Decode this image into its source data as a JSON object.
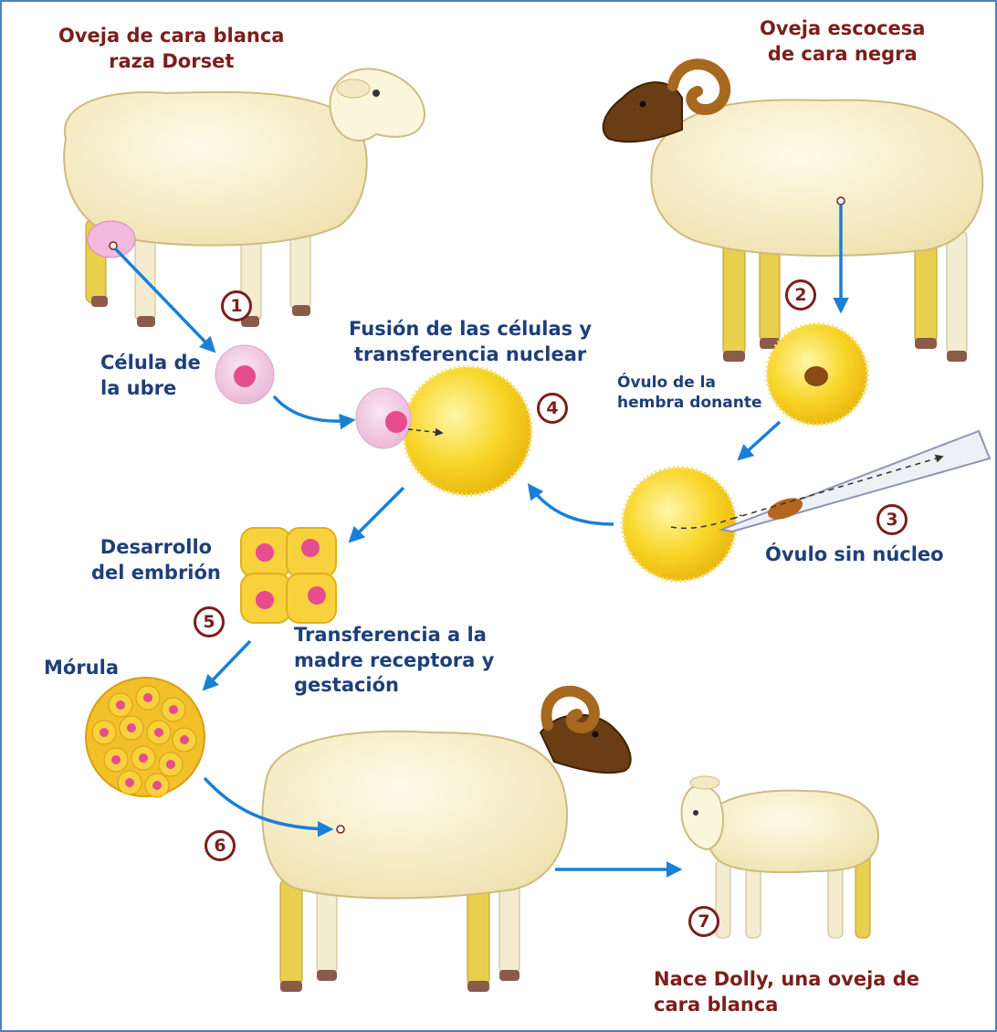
{
  "labels": {
    "sheep_dorset": [
      "Oveja de cara blanca",
      "raza Dorset"
    ],
    "sheep_scottish": [
      "Oveja escocesa",
      "de cara negra"
    ],
    "udder_cell": [
      "Célula de",
      "la ubre"
    ],
    "fusion": [
      "Fusión de las células y",
      "transferencia nuclear"
    ],
    "donor_egg": [
      "Óvulo de la",
      "hembra donante"
    ],
    "enucleated_egg": "Óvulo sin núcleo",
    "embryo": [
      "Desarrollo",
      "del embrión"
    ],
    "transfer": [
      "Transferencia a la",
      "madre receptora y",
      "gestación"
    ],
    "morula": "Mórula",
    "dolly": [
      "Nace Dolly, una oveja de",
      "cara blanca"
    ]
  },
  "steps": [
    "1",
    "2",
    "3",
    "4",
    "5",
    "6",
    "7"
  ],
  "colors": {
    "frame": "#4f81bd",
    "arrow": "#1a7fd6",
    "title_text": "#7a1f1c",
    "body_text": "#1e3f78",
    "wool": "#f6edc6",
    "legs": "#e8cf4d",
    "dark_face": "#6b3d14",
    "horn": "#a7681f",
    "egg": "#f6d21e",
    "udder_cell": "#f2c9e2",
    "nucleus": "#e64c8e"
  }
}
